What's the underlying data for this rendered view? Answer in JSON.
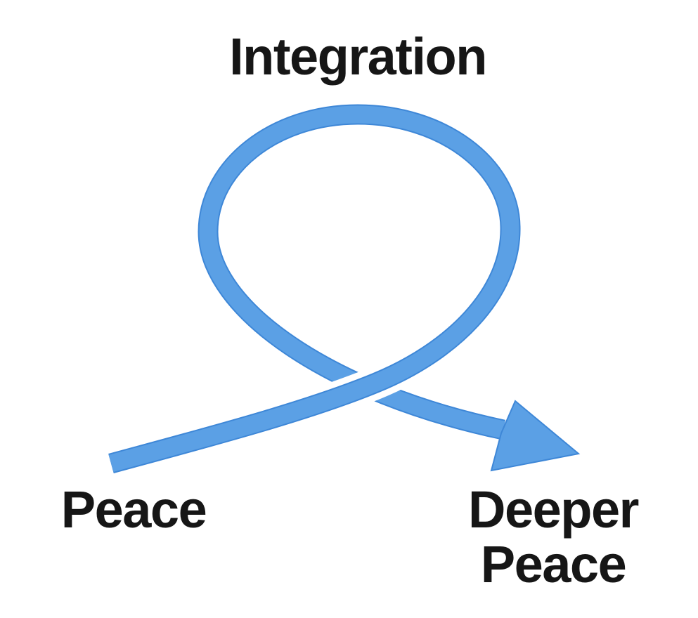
{
  "diagram": {
    "title": "Integration",
    "start_label": "Peace",
    "end_label_line1": "Deeper",
    "end_label_line2": "Peace"
  },
  "icons": {
    "arrowhead": "arrowhead-right-down"
  },
  "colors": {
    "arrow_fill": "#5ba0e5",
    "arrow_edge": "#3e87d7",
    "text": "#161616",
    "background": "#ffffff"
  }
}
